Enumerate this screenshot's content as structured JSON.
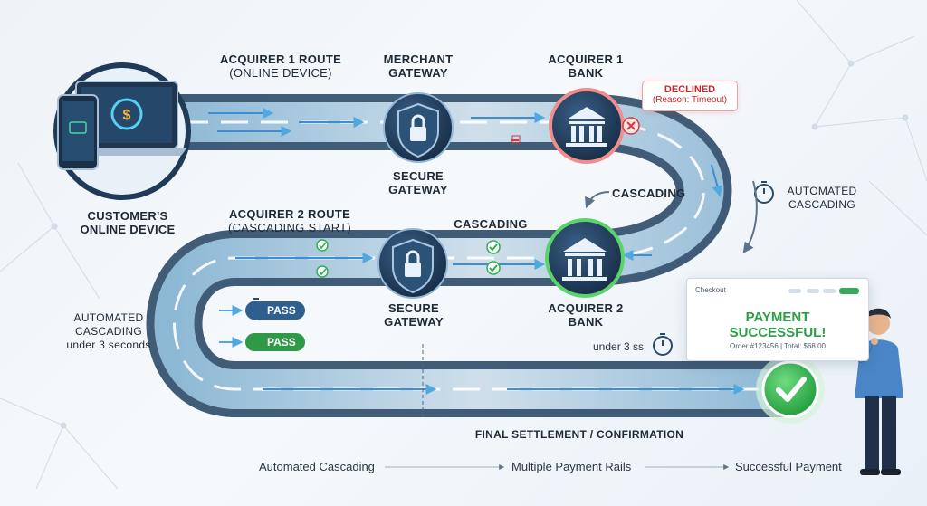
{
  "labels": {
    "customer": "CUSTOMER'S\nONLINE DEVICE",
    "acq1_route_title": "ACQUIRER 1 ROUTE",
    "acq1_route_sub": "(ONLINE DEVICE)",
    "merchant_gateway": "MERCHANT\nGATEWAY",
    "secure_gateway_top": "SECURE\nGATEWAY",
    "acquirer1_bank": "ACQUIRER 1\nBANK",
    "declined_title": "DECLINED",
    "declined_reason": "(Reason: Timeout)",
    "cascading_right": "CASCADING",
    "automated_cascading_right": "AUTOMATED\nCASCADING",
    "acq2_route_title": "ACQUIRER 2 ROUTE",
    "acq2_route_sub": "(CASCADING START)",
    "cascading_mid": "CASCADING",
    "secure_gateway_bottom": "SECURE\nGATEWAY",
    "acquirer2_bank": "ACQUIRER 2\nBANK",
    "automated_cascading_left": "AUTOMATED\nCASCADING",
    "under_3_seconds": "under 3 seconds",
    "pass_1": "PASS",
    "pass_2": "PASS",
    "under_3_ss": "under 3 ss",
    "final_settlement": "FINAL SETTLEMENT / CONFIRMATION"
  },
  "checkout": {
    "header": "Checkout",
    "title": "PAYMENT\nSUCCESSFUL!",
    "order": "Order #123456  |  Total: $68.00"
  },
  "footer": {
    "step1": "Automated Cascading",
    "step2": "Multiple Payment Rails",
    "step3": "Successful Payment"
  },
  "colors": {
    "rail_dark": "#2c4a68",
    "rail_glow": "#9fd8f5",
    "declined_red": "#d63a3a",
    "success_green": "#2fae4f",
    "bank_navy": "#1f3a5a"
  }
}
